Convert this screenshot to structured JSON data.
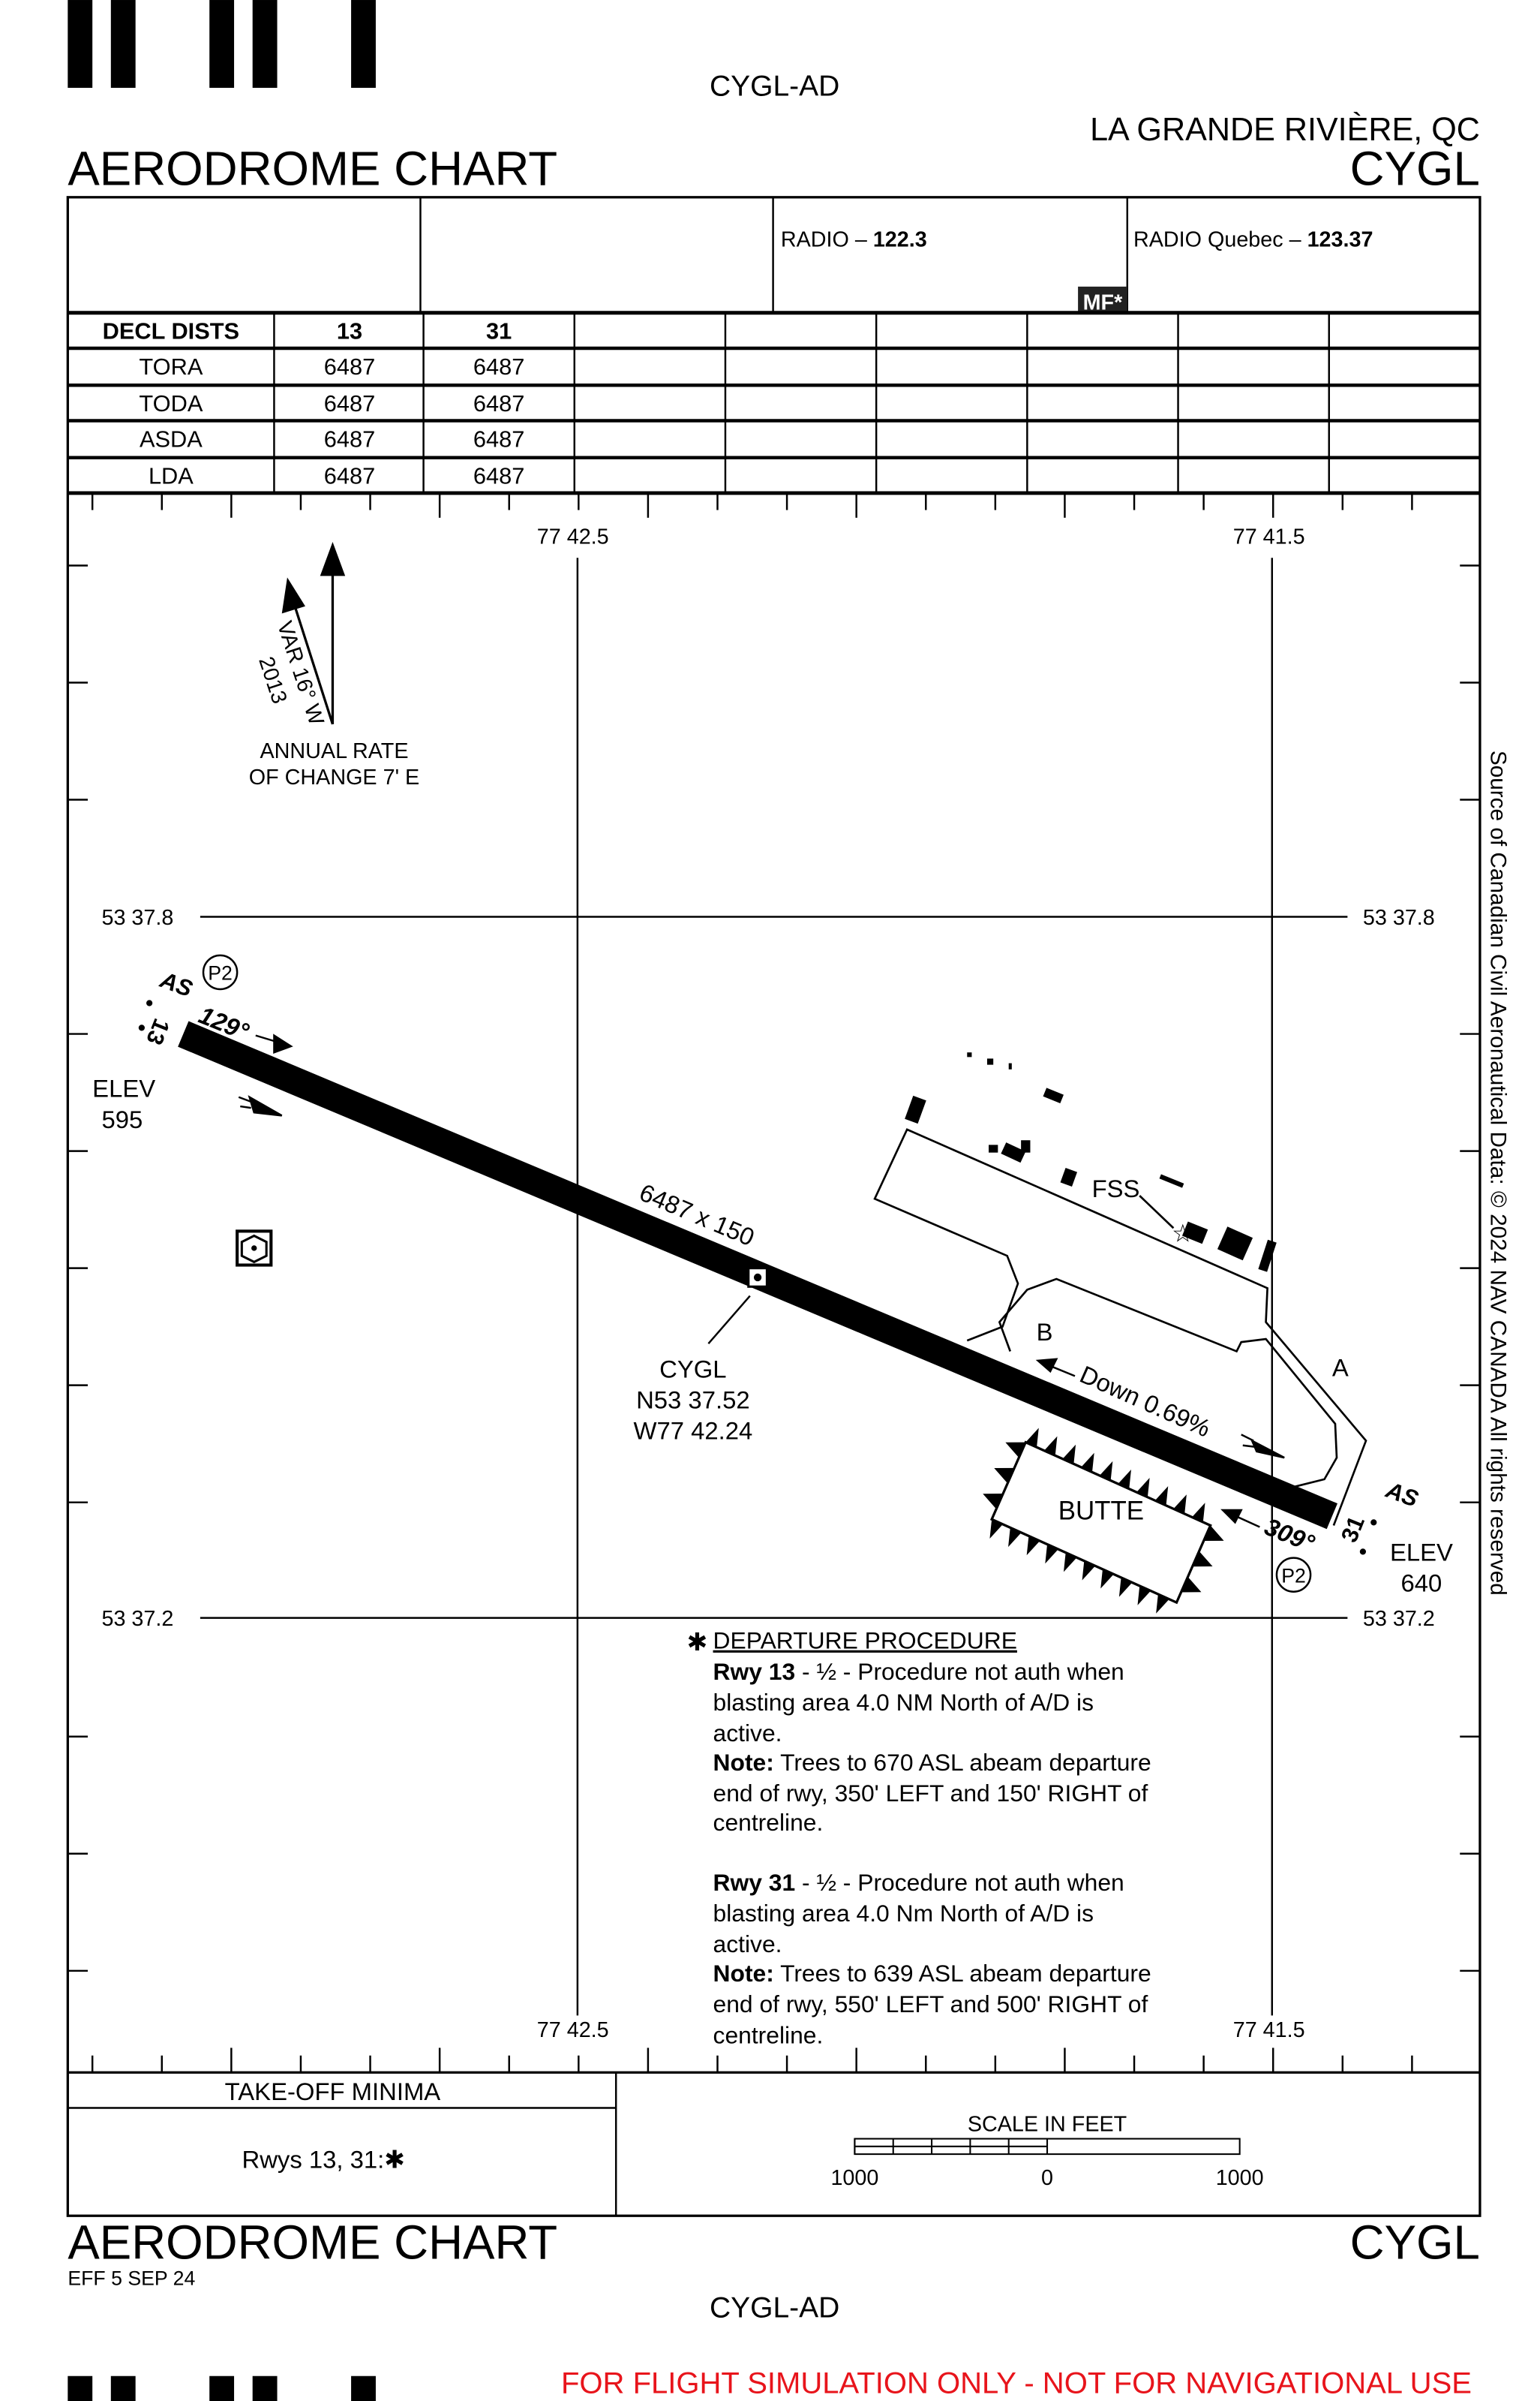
{
  "header": {
    "doc_id": "CYGL-AD",
    "location": "LA GRANDE RIVIÈRE, QC",
    "title": "AERODROME CHART",
    "ident": "CYGL"
  },
  "comms": {
    "radio_label": "RADIO – ",
    "radio_freq": "122.3",
    "radio2_label": "RADIO Quebec – ",
    "radio2_freq": "123.37",
    "mf_badge": "MF*"
  },
  "decl_dists": {
    "headers": [
      "DECL DISTS",
      "13",
      "31"
    ],
    "rows": [
      {
        "label": "TORA",
        "r13": "6487",
        "r31": "6487"
      },
      {
        "label": "TODA",
        "r13": "6487",
        "r31": "6487"
      },
      {
        "label": "ASDA",
        "r13": "6487",
        "r31": "6487"
      },
      {
        "label": "LDA",
        "r13": "6487",
        "r31": "6487"
      }
    ]
  },
  "grid": {
    "lon_left": "77 42.5",
    "lon_right": "77 41.5",
    "lat_top": "53 37.8",
    "lat_bottom": "53 37.2"
  },
  "magvar": {
    "var": "VAR 16° W",
    "year": "2013",
    "rate_line1": "ANNUAL RATE",
    "rate_line2": "OF CHANGE 7' E"
  },
  "runway": {
    "dims": "6487 x 150",
    "rwy13": "13",
    "rwy31": "31",
    "hdg13": "129°",
    "hdg31": "309°",
    "slope": "Down 0.69%",
    "as_label": "AS",
    "p2": "P2"
  },
  "elevations": {
    "elev_label": "ELEV",
    "elev13": "595",
    "elev31": "640"
  },
  "arp": {
    "ident": "CYGL",
    "lat": "N53 37.52",
    "lon": "W77 42.24"
  },
  "features": {
    "fss": "FSS",
    "taxi_a": "A",
    "taxi_b": "B",
    "butte": "BUTTE"
  },
  "departure": {
    "title": "DEPARTURE PROCEDURE",
    "rwy13_bold": "Rwy 13",
    "rwy13_text1": " - ½ - Procedure not auth when",
    "rwy13_text2": "blasting area 4.0 NM North of A/D is",
    "rwy13_text3": "active.",
    "note_bold": "Note:",
    "note13_text1": " Trees to 670 ASL abeam departure",
    "note13_text2": "end of rwy, 350' LEFT and 150' RIGHT of",
    "note13_text3": "centreline.",
    "rwy31_bold": "Rwy 31",
    "rwy31_text1": " - ½ - Procedure not auth when",
    "rwy31_text2": "blasting area 4.0 Nm North of A/D is",
    "rwy31_text3": "active.",
    "note31_text1": " Trees to 639 ASL abeam departure",
    "note31_text2": "end of rwy, 550' LEFT and 500' RIGHT of",
    "note31_text3": "centreline."
  },
  "takeoff": {
    "title": "TAKE-OFF MINIMA",
    "value": "Rwys 13, 31:✱"
  },
  "scale": {
    "title": "SCALE IN FEET",
    "left": "1000",
    "mid": "0",
    "right": "1000"
  },
  "footer": {
    "title": "AERODROME CHART",
    "ident": "CYGL",
    "effective": "EFF 5 SEP 24",
    "doc_id": "CYGL-AD",
    "disclaimer": "FOR FLIGHT SIMULATION ONLY - NOT FOR NAVIGATIONAL USE",
    "disclaimer_color": "#e8141b",
    "source": "Source of Canadian Civil Aeronautical Data: © 2024 NAV CANADA All rights reserved"
  }
}
